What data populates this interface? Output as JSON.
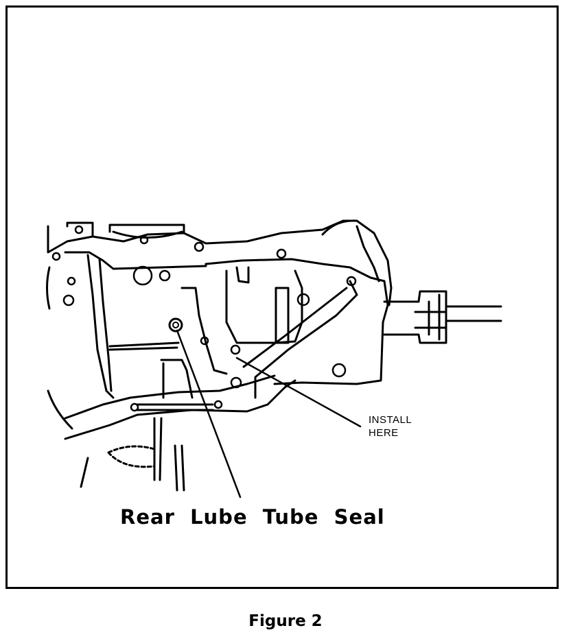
{
  "figure": {
    "caption": "Figure 2"
  },
  "diagram": {
    "main_label": "Rear  Lube  Tube  Seal",
    "callout_line1": "INSTALL",
    "callout_line2": "HERE"
  },
  "colors": {
    "ink": "#000000",
    "paper": "#ffffff"
  }
}
